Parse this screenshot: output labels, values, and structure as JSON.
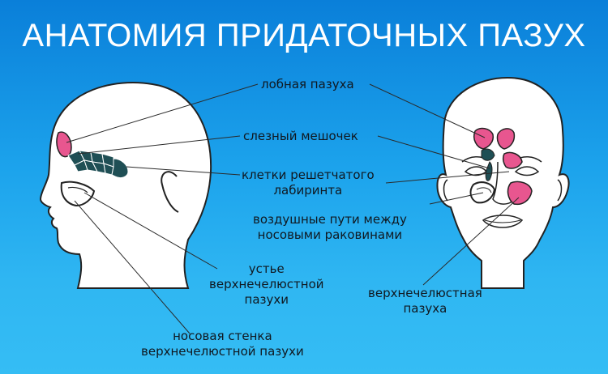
{
  "title": "АНАТОМИЯ ПРИДАТОЧНЫХ ПАЗУХ",
  "labels": {
    "frontal_sinus": "лобная пазуха",
    "lacrimal_sac": "слезный мешочек",
    "ethmoid_line1": "клетки решетчатого",
    "ethmoid_line2": "лабиринта",
    "airways_line1": "воздушные пути между",
    "airways_line2": "носовыми  раковинами",
    "ostium_line1": "устье",
    "ostium_line2": "верхнечелюстной",
    "ostium_line3": "пазухи",
    "maxillary_line1": "верхнечелюстная",
    "maxillary_line2": "пазуха",
    "nasal_wall_line1": "носовая стенка",
    "nasal_wall_line2": "верхнечелюстной пазухи"
  },
  "colors": {
    "background_top": "#0a7fd9",
    "background_bottom": "#35bdf4",
    "head_fill": "#ffffff",
    "sinus_pink": "#e8568f",
    "ethmoid_dark": "#1f4f55",
    "outline": "#222222"
  }
}
